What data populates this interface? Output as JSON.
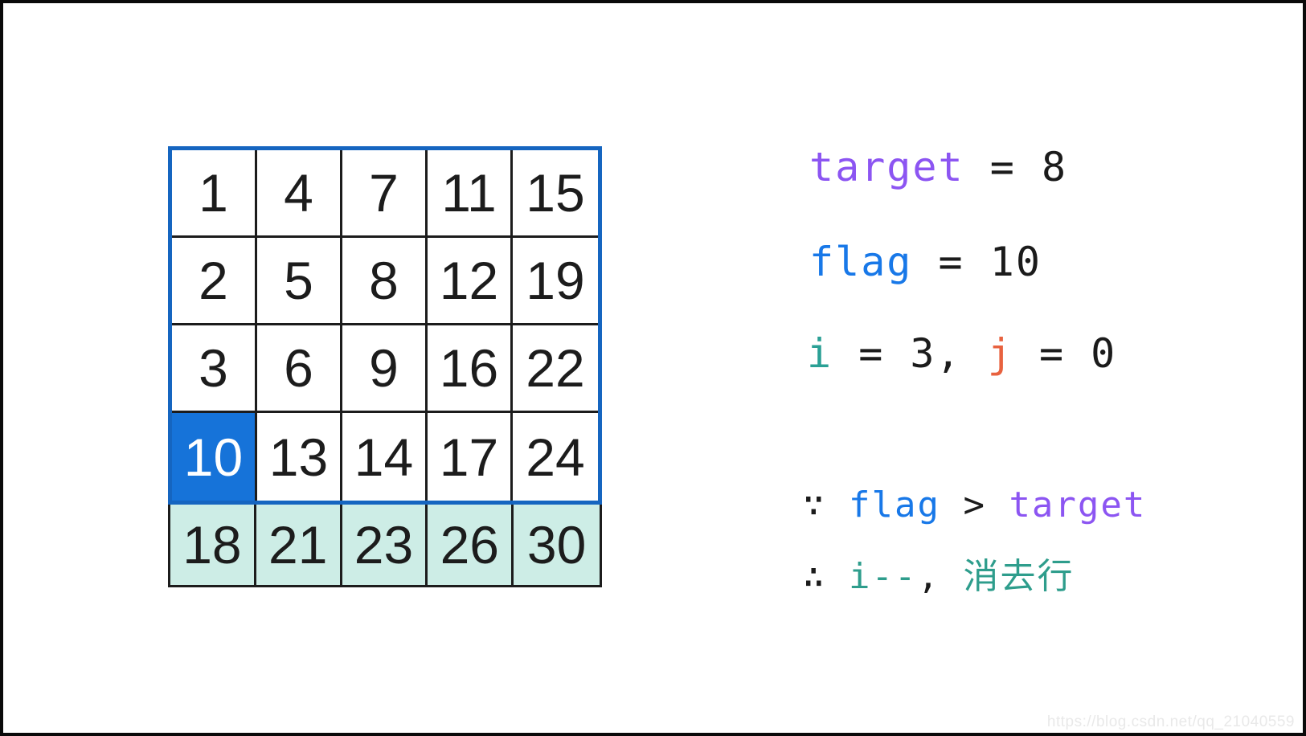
{
  "palette": {
    "black": "#1b1b1b",
    "purple": "#8c55f2",
    "blue": "#1878e8",
    "teal": "#2aa095",
    "orange": "#e8623f",
    "teal2": "#2e9d8c",
    "frame_blue": "#1565c0",
    "cell_blue": "#1673d9",
    "row_teal": "#cdede6",
    "grid_line": "#1c1c1c",
    "watermark_gray": "#e9e9e9"
  },
  "matrix": {
    "rows": [
      [
        1,
        4,
        7,
        11,
        15
      ],
      [
        2,
        5,
        8,
        12,
        19
      ],
      [
        3,
        6,
        9,
        16,
        22
      ],
      [
        10,
        13,
        14,
        17,
        24
      ],
      [
        18,
        21,
        23,
        26,
        30
      ]
    ],
    "highlight_cell": {
      "row": 3,
      "col": 0,
      "value": 10
    },
    "eliminated_row_index": 4
  },
  "annotations": {
    "assign_target": {
      "segments": [
        {
          "name": "var-target",
          "text": "target",
          "color": "purple"
        },
        {
          "name": "equals-op",
          "text": " = ",
          "color": "black"
        },
        {
          "name": "target-value",
          "text": "8",
          "color": "black"
        }
      ]
    },
    "assign_flag": {
      "segments": [
        {
          "name": "var-flag",
          "text": "flag",
          "color": "blue"
        },
        {
          "name": "equals-op",
          "text": " = ",
          "color": "black"
        },
        {
          "name": "flag-value",
          "text": "10",
          "color": "black"
        }
      ]
    },
    "assign_ij": {
      "segments": [
        {
          "name": "var-i",
          "text": "i",
          "color": "teal"
        },
        {
          "name": "i-value",
          "text": " = 3, ",
          "color": "black"
        },
        {
          "name": "var-j",
          "text": "j",
          "color": "orange"
        },
        {
          "name": "j-value",
          "text": " = 0",
          "color": "black"
        }
      ]
    },
    "because": {
      "segments": [
        {
          "name": "because-symbol",
          "text": "∵ ",
          "color": "black",
          "sym": true
        },
        {
          "name": "var-flag",
          "text": "flag",
          "color": "blue"
        },
        {
          "name": "greater-than-op",
          "text": " > ",
          "color": "black"
        },
        {
          "name": "var-target",
          "text": "target",
          "color": "purple"
        }
      ]
    },
    "therefore": {
      "segments": [
        {
          "name": "therefore-symbol",
          "text": "∴ ",
          "color": "black",
          "sym": true
        },
        {
          "name": "i-decrement",
          "text": "i--",
          "color": "teal2"
        },
        {
          "name": "comma",
          "text": ", ",
          "color": "black"
        },
        {
          "name": "eliminate-row-label",
          "text": "消去行",
          "color": "teal2"
        }
      ]
    }
  },
  "watermark": {
    "text": "https://blog.csdn.net/qq_21040559"
  }
}
